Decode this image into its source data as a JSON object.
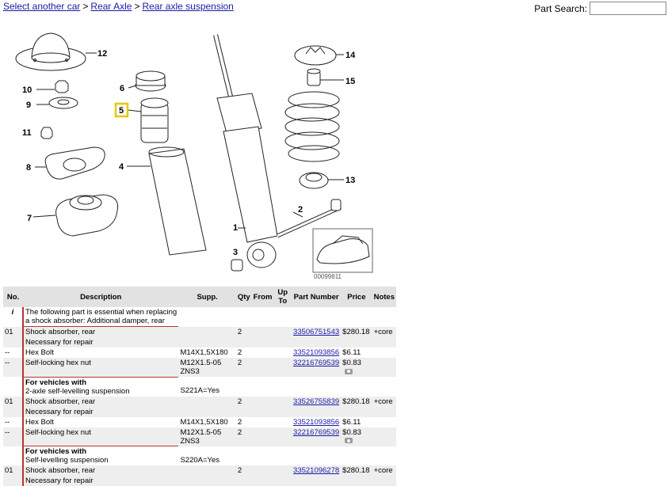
{
  "breadcrumb": {
    "items": [
      "Select another car",
      "Rear Axle",
      "Rear axle suspension"
    ],
    "separator": ">"
  },
  "search": {
    "label": "Part Search:",
    "value": "",
    "placeholder": ""
  },
  "diagram": {
    "callouts": [
      "12",
      "10",
      "9",
      "11",
      "8",
      "7",
      "6",
      "5",
      "4",
      "1",
      "3",
      "2",
      "14",
      "15",
      "13"
    ],
    "image_code": "00099811",
    "highlight_color": "#e8c800"
  },
  "table": {
    "headers": [
      "No.",
      "Description",
      "Supp.",
      "Qty",
      "From",
      "Up To",
      "Part Number",
      "Price",
      "Notes"
    ],
    "rows": [
      {
        "no": "i",
        "desc": "The following part is essential when replacing a shock absorber: Additional damper, rear",
        "supp": "",
        "qty": "",
        "from": "",
        "upto": "",
        "part": "",
        "price": "",
        "notes": "",
        "style": "plain",
        "info": true
      },
      {
        "no": "01",
        "desc": "Shock absorber, rear",
        "supp": "",
        "qty": "2",
        "from": "",
        "upto": "",
        "part": "33506751543",
        "price": "$280.18",
        "notes": "+core",
        "style": "shade",
        "redtop": true
      },
      {
        "no": "",
        "desc": "Necessary for repair",
        "supp": "",
        "qty": "",
        "from": "",
        "upto": "",
        "part": "",
        "price": "",
        "notes": "",
        "style": "shade"
      },
      {
        "no": "--",
        "desc": "Hex Bolt",
        "supp": "M14X1,5X180",
        "qty": "2",
        "from": "",
        "upto": "",
        "part": "33521093856",
        "price": "$6.11",
        "notes": "",
        "style": "plain"
      },
      {
        "no": "--",
        "desc": "Self-locking hex nut",
        "supp": "M12X1.5-05 ZNS3",
        "qty": "2",
        "from": "",
        "upto": "",
        "part": "32216769539",
        "price": "$0.83",
        "notes": "",
        "style": "shade",
        "camera": true
      },
      {
        "no": "",
        "desc": "For vehicles with",
        "desc2": "2-axle self-levelling suspension",
        "supp": "",
        "supp2": "S221A=Yes",
        "qty": "",
        "from": "",
        "upto": "",
        "part": "",
        "price": "",
        "notes": "",
        "style": "plain",
        "bold": true,
        "redtop": true
      },
      {
        "no": "01",
        "desc": "Shock absorber, rear",
        "supp": "",
        "qty": "2",
        "from": "",
        "upto": "",
        "part": "33526755839",
        "price": "$280.18",
        "notes": "+core",
        "style": "shade"
      },
      {
        "no": "",
        "desc": "Necessary for repair",
        "supp": "",
        "qty": "",
        "from": "",
        "upto": "",
        "part": "",
        "price": "",
        "notes": "",
        "style": "shade"
      },
      {
        "no": "--",
        "desc": "Hex Bolt",
        "supp": "M14X1,5X180",
        "qty": "2",
        "from": "",
        "upto": "",
        "part": "33521093856",
        "price": "$6.11",
        "notes": "",
        "style": "plain"
      },
      {
        "no": "--",
        "desc": "Self-locking hex nut",
        "supp": "M12X1.5-05 ZNS3",
        "qty": "2",
        "from": "",
        "upto": "",
        "part": "32216769539",
        "price": "$0.83",
        "notes": "",
        "style": "shade",
        "camera": true
      },
      {
        "no": "",
        "desc": "For vehicles with",
        "desc2": "Self-levelling suspension",
        "supp": "",
        "supp2": "S220A=Yes",
        "qty": "",
        "from": "",
        "upto": "",
        "part": "",
        "price": "",
        "notes": "",
        "style": "plain",
        "bold": true,
        "redtop": true
      },
      {
        "no": "01",
        "desc": "Shock absorber, rear",
        "supp": "",
        "qty": "2",
        "from": "",
        "upto": "",
        "part": "33521096278",
        "price": "$280.18",
        "notes": "+core",
        "style": "shade"
      },
      {
        "no": "",
        "desc": "Necessary for repair",
        "supp": "",
        "qty": "",
        "from": "",
        "upto": "",
        "part": "",
        "price": "",
        "notes": "",
        "style": "shade"
      }
    ]
  }
}
